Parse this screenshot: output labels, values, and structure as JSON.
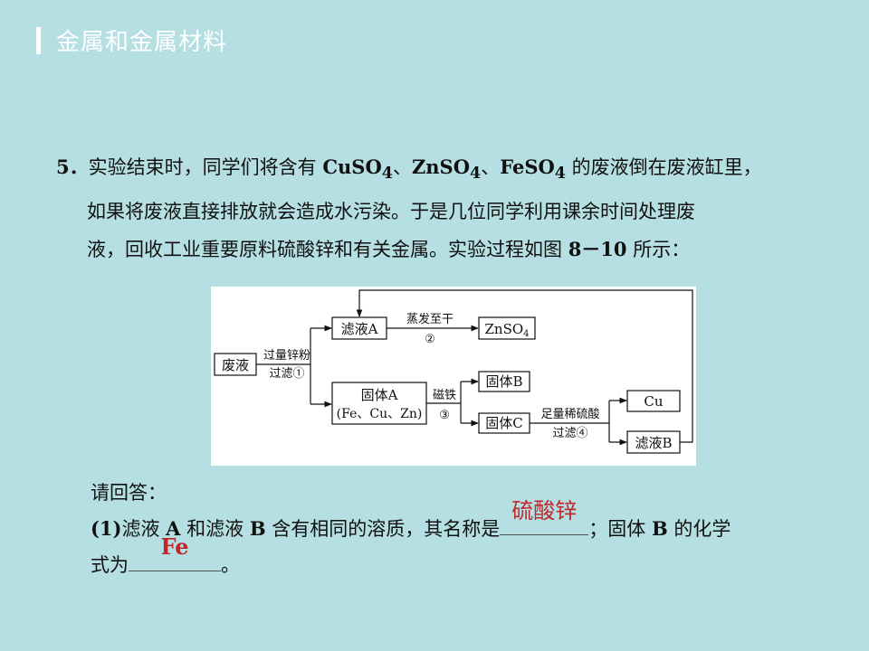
{
  "header": {
    "title": "金属和金属材料"
  },
  "question": {
    "number": "5．",
    "line1_a": "实验结束时，同学们将含有 ",
    "chem1": "CuSO",
    "chem1_sub": "4",
    "sep1": "、",
    "chem2": "ZnSO",
    "chem2_sub": "4",
    "sep2": "、",
    "chem3": "FeSO",
    "chem3_sub": "4",
    "line1_b": " 的废液倒在废液缸里，",
    "line2": "如果将废液直接排放就会造成水污染。于是几位同学利用课余时间处理废",
    "line3_a": "液，回收工业重要原料硫酸锌和有关金属。实验过程如图 ",
    "line3_fig": "8－10",
    "line3_b": " 所示："
  },
  "diagram": {
    "waste": "废液",
    "step1_top": "过量锌粉",
    "step1_bottom": "过滤①",
    "filtrate_a": "滤液A",
    "step2_top": "蒸发至干",
    "step2_bottom": "②",
    "znso4": "ZnSO",
    "znso4_sub": "4",
    "solid_a_line1": "固体A",
    "solid_a_line2": "(Fe、Cu、Zn)",
    "step3_top": "磁铁",
    "step3_bottom": "③",
    "solid_b": "固体B",
    "solid_c": "固体C",
    "step4_top": "足量稀硫酸",
    "step4_bottom": "过滤④",
    "cu": "Cu",
    "filtrate_b": "滤液B"
  },
  "answers": {
    "prompt": "请回答：",
    "p1_num": "(1)",
    "p1_a": "滤液 ",
    "p1_A": "A",
    "p1_b": " 和滤液 ",
    "p1_B": "B",
    "p1_c": " 含有相同的溶质，其名称是",
    "blank1_answer": "硫酸锌",
    "p1_d": "；固体 ",
    "p1_B2": "B",
    "p1_e": " 的化学",
    "p1_f": "式为",
    "blank2_answer": "Fe",
    "p1_g": "。"
  },
  "colors": {
    "background": "#b5dfe3",
    "answer": "#c0282c",
    "header_text": "#ffffff"
  }
}
